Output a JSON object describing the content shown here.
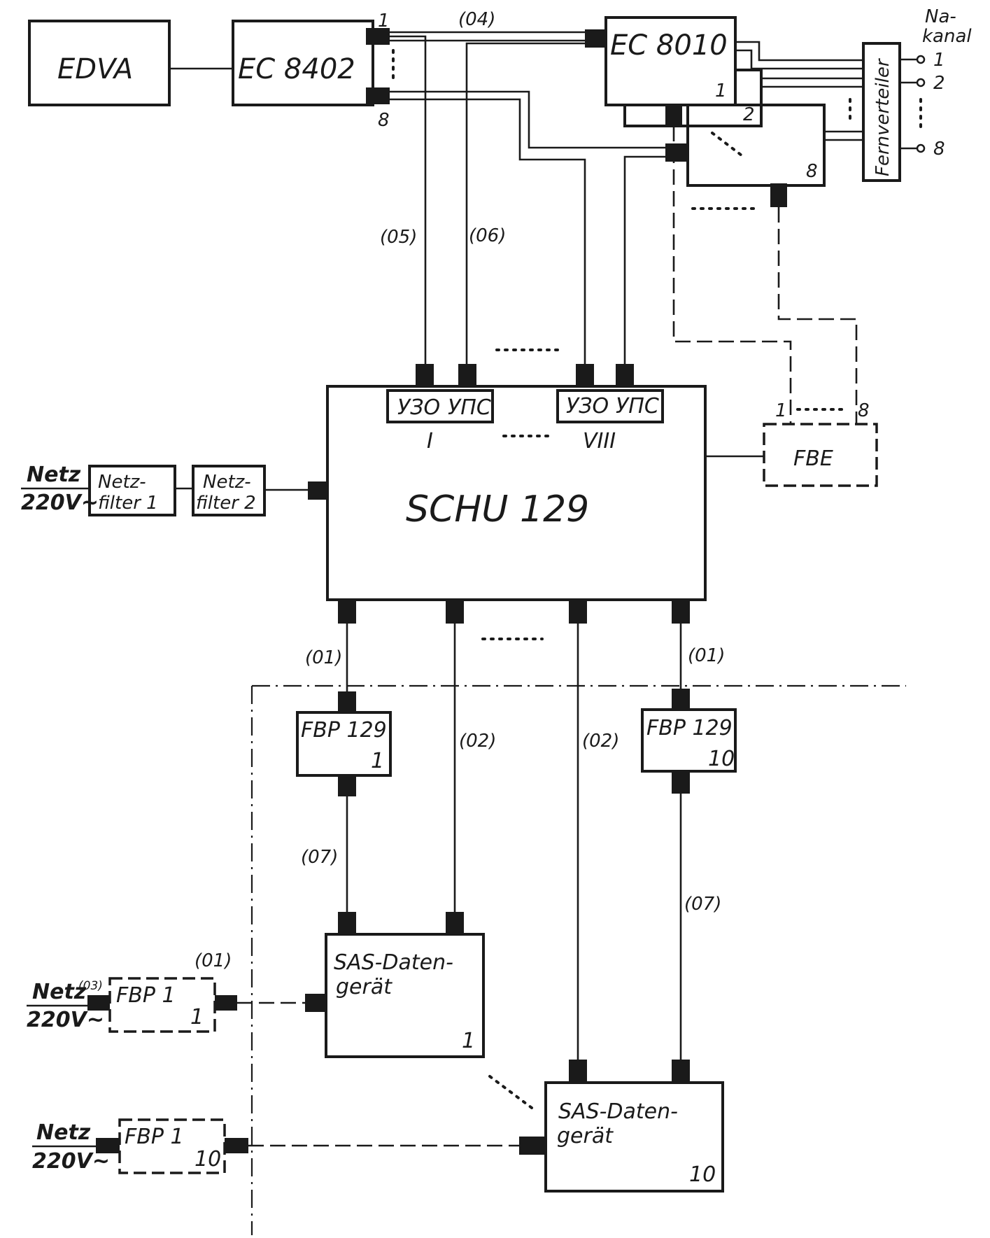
{
  "blocks": {
    "edva": "EDVA",
    "ec8402": "EC 8402",
    "ec8010": "EC 8010",
    "ec8010_unit1": "1",
    "ec8010_unit2": "2",
    "ec8010_unit8": "8",
    "fernverteiler": "Fernverteiler",
    "schu": "SCHU 129",
    "fbe": "FBE",
    "netzfilter1": [
      "Netz-",
      "filter 1"
    ],
    "netzfilter2": [
      "Netz-",
      "filter 2"
    ],
    "fbp129_1": {
      "name": "FBP 129",
      "num": "1"
    },
    "fbp129_10": {
      "name": "FBP 129",
      "num": "10"
    },
    "sas_1": {
      "line1": "SAS-Daten-",
      "line2": "gerät",
      "num": "1"
    },
    "sas_10": {
      "line1": "SAS-Daten-",
      "line2": "gerät",
      "num": "10"
    },
    "fbp1_1": {
      "name": "FBP 1",
      "num": "1"
    },
    "fbp1_10": {
      "name": "FBP 1",
      "num": "10"
    }
  },
  "ports": {
    "uzo": "УЗО",
    "ups": "УПС",
    "group_first": "I",
    "group_last": "VIII",
    "ec8402_first": "1",
    "ec8402_last": "8",
    "fbe_first": "1",
    "fbe_last": "8"
  },
  "cable_labels": {
    "c04": "(04)",
    "c05": "(05)",
    "c06": "(06)",
    "c01_left": "(01)",
    "c01_right": "(01)",
    "c02_left": "(02)",
    "c02_right": "(02)",
    "c07_left": "(07)",
    "c07_right": "(07)",
    "c01_fbp": "(01)",
    "c03": "(03)"
  },
  "nakanal": {
    "title_line1": "Na-",
    "title_line2": "kanal",
    "ch1": "1",
    "ch2": "2",
    "ch8": "8"
  },
  "power": {
    "netz": "Netz",
    "voltage": "220V~"
  }
}
